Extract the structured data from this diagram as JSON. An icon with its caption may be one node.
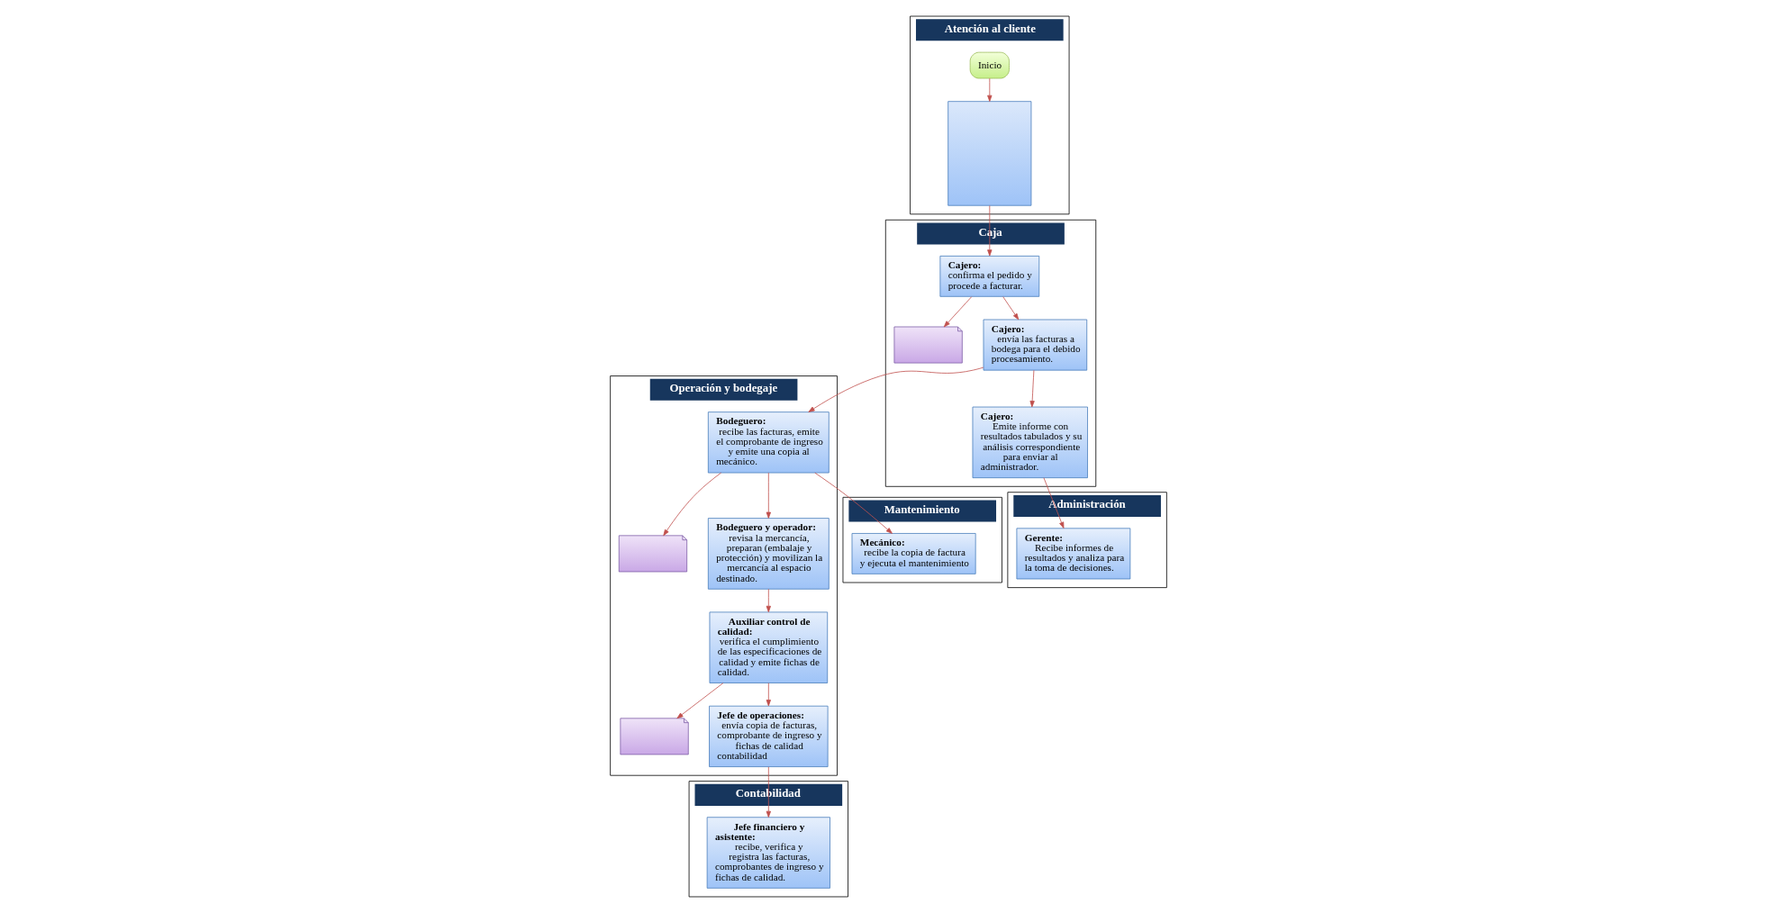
{
  "diagram": {
    "nodes": [
      {
        "text": [
          "Atención al cliente"
        ]
      },
      {
        "text": [
          "Caja"
        ]
      },
      {
        "text": [
          "Operación y bodegaje"
        ]
      },
      {
        "text": [
          "Mantenimiento"
        ]
      },
      {
        "text": [
          "Contabilidad"
        ]
      },
      {
        "text": [
          "Administración"
        ]
      },
      {
        "text": [
          "Inicio"
        ],
        "in": 0
      },
      {
        "text": [],
        "shape": "box",
        "in": 0
      },
      {
        "text": [
          "Cajero:",
          "confirma el pedido y procede a facturar."
        ],
        "in": 1
      },
      {
        "text": [],
        "shape": "document",
        "in": 1
      },
      {
        "text": [
          "Cajero:",
          "envía las facturas a bodega para el debido procesamiento."
        ],
        "in": 1
      },
      {
        "text": [
          "Cajero:",
          "Emite informe con resultados tabulados y su análisis correspondiente para enviar al administrador."
        ],
        "in": 1
      },
      {
        "text": [
          "Bodeguero:",
          "recibe las facturas, emite el comprobante de ingreso y emite una copia al mecánico."
        ],
        "in": 2
      },
      {
        "text": [],
        "shape": "document",
        "in": 2
      },
      {
        "text": [
          "Bodeguero y operador:",
          "revisa la mercancía, preparan (embalaje y protección) y movilizan la mercancía al espacio destinado."
        ],
        "in": 2
      },
      {
        "text": [
          "Auxiliar control de calidad:",
          "verifica el cumplimiento de las especificaciones de calidad y emite fichas de calidad."
        ],
        "in": 2
      },
      {
        "text": [],
        "shape": "document",
        "in": 2
      },
      {
        "text": [
          "Jefe de operaciones:",
          "envía copia de facturas, comprobante de ingreso y fichas de calidad contabilidad"
        ],
        "in": 2
      },
      {
        "text": [
          "Mecánico:",
          "recibe la copia de factura y ejecuta el mantenimiento"
        ],
        "in": 3
      },
      {
        "text": [
          "Jefe financiero y asistente:",
          "recibe, verifica y registra las facturas, comprobantes de ingreso y fichas de calidad."
        ],
        "in": 4
      },
      {
        "text": [
          "Gerente:",
          "Recibe informes de resultados y analiza para la toma de decisiones."
        ],
        "in": 5
      }
    ],
    "edges": [
      {
        "from": 6,
        "to": 7,
        "arrow": "to"
      },
      {
        "from": 7,
        "to": 8,
        "arrow": "to"
      },
      {
        "from": 8,
        "to": 9,
        "arrow": "to"
      },
      {
        "from": 8,
        "to": 10,
        "arrow": "to"
      },
      {
        "from": 10,
        "to": 12,
        "arrow": "to"
      },
      {
        "from": 12,
        "to": 13,
        "arrow": "to"
      },
      {
        "from": 12,
        "to": 18,
        "arrow": "to"
      },
      {
        "from": 12,
        "to": 14,
        "arrow": "to"
      },
      {
        "from": 14,
        "to": 15,
        "arrow": "to"
      },
      {
        "from": 15,
        "to": 16,
        "arrow": "to"
      },
      {
        "from": 15,
        "to": 17,
        "arrow": "to"
      },
      {
        "from": 10,
        "to": 11,
        "arrow": "to"
      },
      {
        "from": 17,
        "to": 19,
        "arrow": "to"
      },
      {
        "from": 11,
        "to": 20,
        "arrow": "to"
      }
    ]
  }
}
